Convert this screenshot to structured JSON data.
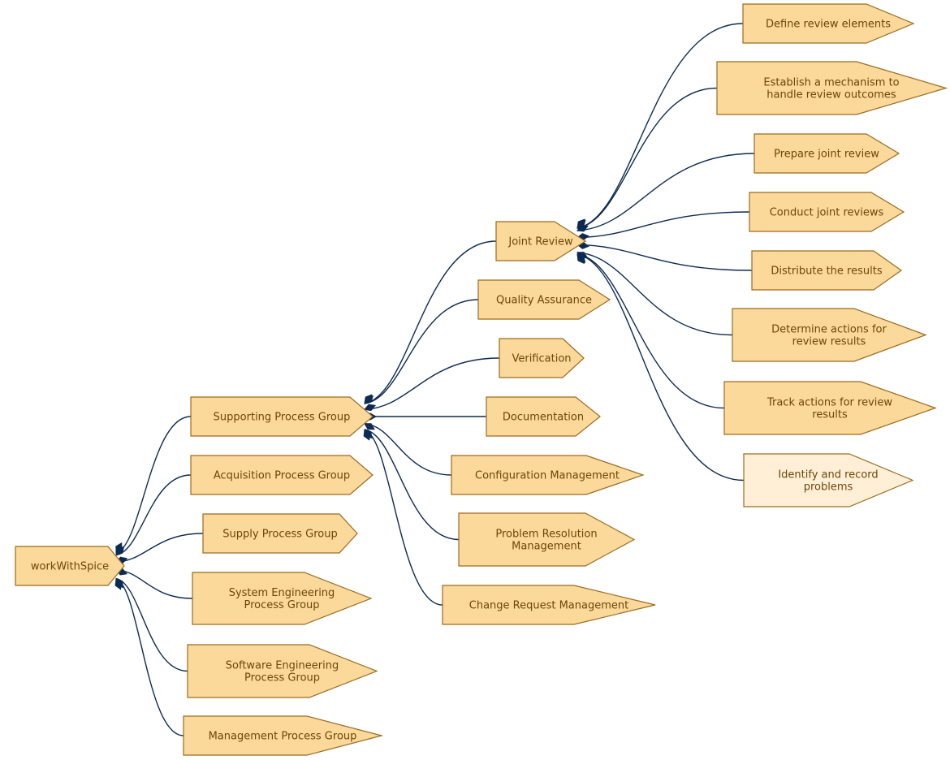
{
  "colors": {
    "node_fill": "#fbd99a",
    "node_fill_highlight": "#ffefd6",
    "node_stroke": "#9c6b1f",
    "node_text": "#6b4708",
    "edge": "#0d2b52",
    "background": "#ffffff"
  },
  "nodes": {
    "root": {
      "lines": [
        "workWithSpice"
      ]
    },
    "supporting": {
      "lines": [
        "Supporting Process Group"
      ]
    },
    "acquisition": {
      "lines": [
        "Acquisition Process Group"
      ]
    },
    "supply": {
      "lines": [
        "Supply Process Group"
      ]
    },
    "system_eng": {
      "lines": [
        "System Engineering",
        "Process Group"
      ]
    },
    "software_eng": {
      "lines": [
        "Software Engineering",
        "Process Group"
      ]
    },
    "management": {
      "lines": [
        "Management Process Group"
      ]
    },
    "joint_review": {
      "lines": [
        "Joint Review"
      ]
    },
    "quality": {
      "lines": [
        "Quality Assurance"
      ]
    },
    "verification": {
      "lines": [
        "Verification"
      ]
    },
    "documentation": {
      "lines": [
        "Documentation"
      ]
    },
    "config_mgmt": {
      "lines": [
        "Configuration Management"
      ]
    },
    "problem_res": {
      "lines": [
        "Problem Resolution",
        "Management"
      ]
    },
    "change_req": {
      "lines": [
        "Change Request Management"
      ]
    },
    "define_review": {
      "lines": [
        "Define review elements"
      ]
    },
    "establish": {
      "lines": [
        "Establish a mechanism to",
        "handle review outcomes"
      ]
    },
    "prepare": {
      "lines": [
        "Prepare joint review"
      ]
    },
    "conduct": {
      "lines": [
        "Conduct joint reviews"
      ]
    },
    "distribute": {
      "lines": [
        "Distribute the results"
      ]
    },
    "determine": {
      "lines": [
        "Determine actions for",
        "review results"
      ]
    },
    "track": {
      "lines": [
        "Track actions for review",
        "results"
      ]
    },
    "identify": {
      "lines": [
        "Identify and record",
        "problems"
      ],
      "highlight": true
    }
  },
  "edges": [
    [
      "root",
      "supporting"
    ],
    [
      "root",
      "acquisition"
    ],
    [
      "root",
      "supply"
    ],
    [
      "root",
      "system_eng"
    ],
    [
      "root",
      "software_eng"
    ],
    [
      "root",
      "management"
    ],
    [
      "supporting",
      "joint_review"
    ],
    [
      "supporting",
      "quality"
    ],
    [
      "supporting",
      "verification"
    ],
    [
      "supporting",
      "documentation"
    ],
    [
      "supporting",
      "config_mgmt"
    ],
    [
      "supporting",
      "problem_res"
    ],
    [
      "supporting",
      "change_req"
    ],
    [
      "joint_review",
      "define_review"
    ],
    [
      "joint_review",
      "establish"
    ],
    [
      "joint_review",
      "prepare"
    ],
    [
      "joint_review",
      "conduct"
    ],
    [
      "joint_review",
      "distribute"
    ],
    [
      "joint_review",
      "determine"
    ],
    [
      "joint_review",
      "track"
    ],
    [
      "joint_review",
      "identify"
    ]
  ]
}
